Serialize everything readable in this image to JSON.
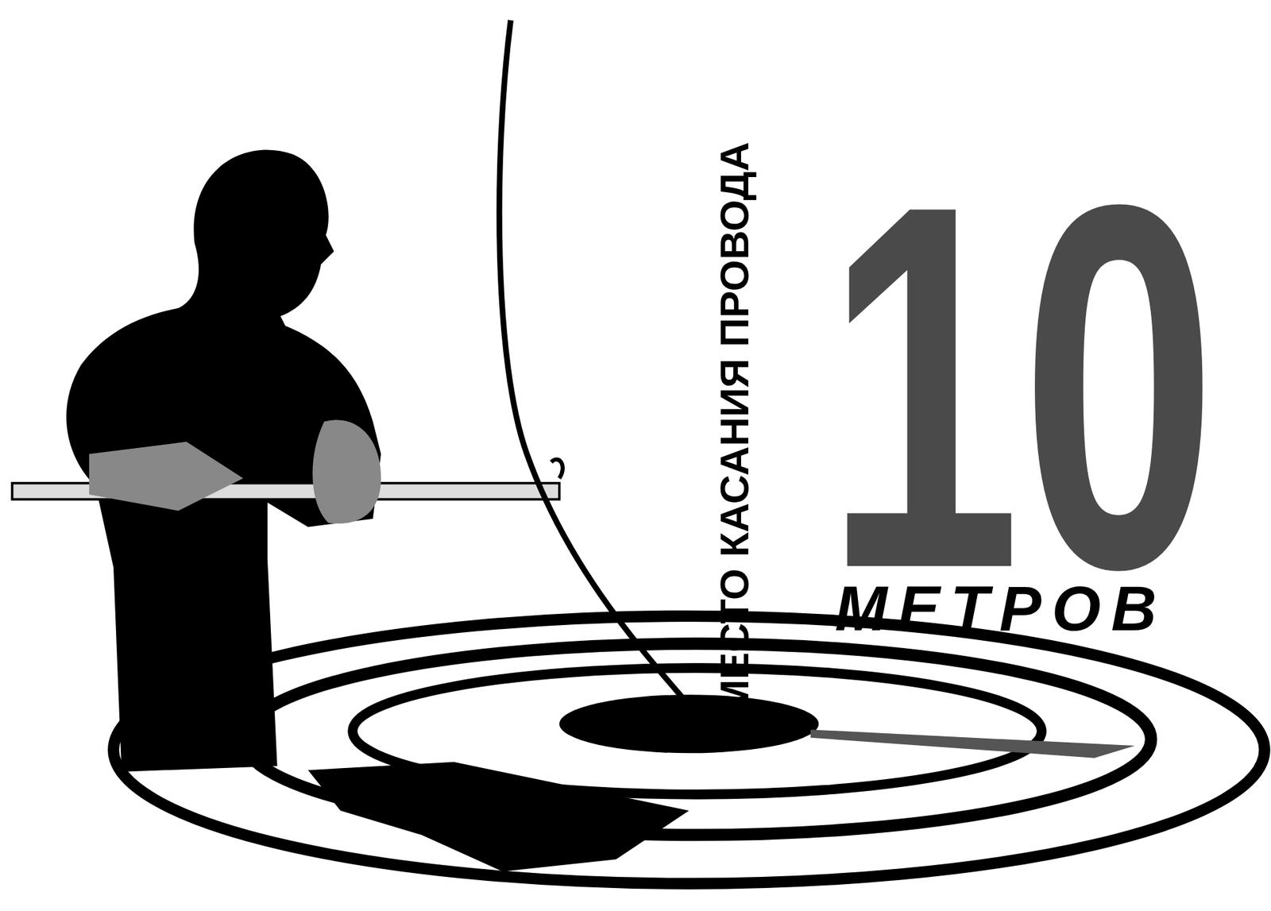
{
  "diagram": {
    "labels": [
      "МЕСТО КАСАНИЯ ПРОВОДА",
      "10",
      "МЕТРОВ"
    ]
  }
}
